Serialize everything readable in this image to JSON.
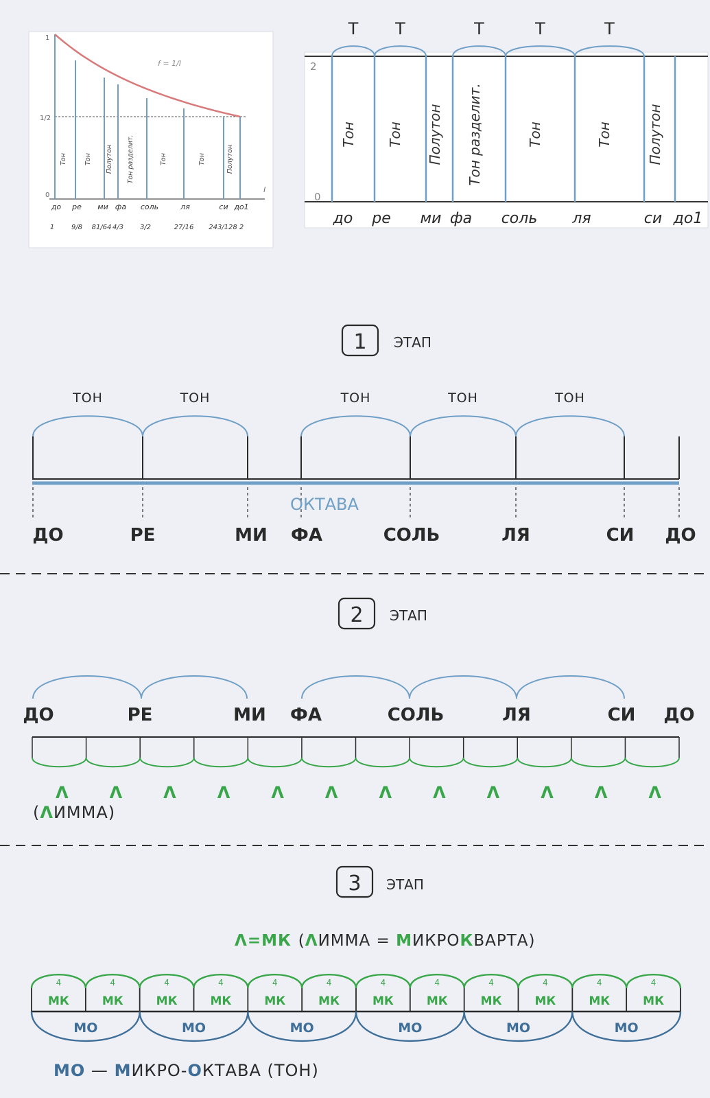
{
  "colors": {
    "ink": "#2a2a2a",
    "blue": "#6f9fc6",
    "dark_blue": "#3f6f99",
    "green": "#3aa64a",
    "red": "#d97a7a",
    "paper": "#ffffff",
    "paper_blue": "#f3f5fb"
  },
  "panel_small": {
    "curve_label": "f = 1/l",
    "y_top_label": "1",
    "y_half_label": "1/2",
    "y_zero_label": "0",
    "x_axis_label": "l",
    "intervals": [
      "Тон",
      "Тон",
      "Полутон",
      "Тон разделит.",
      "Тон",
      "Тон",
      "Полутон"
    ],
    "notes": [
      "до",
      "ре",
      "ми",
      "фа",
      "соль",
      "ля",
      "си",
      "до1"
    ],
    "ratios": [
      "1",
      "9/8",
      "81/64",
      "4/3",
      "3/2",
      "27/16",
      "243/128",
      "2"
    ]
  },
  "panel_large": {
    "arc_labels": [
      "Т",
      "Т",
      "Т",
      "Т",
      "Т"
    ],
    "y_top_label": "2",
    "y_zero_label": "0",
    "intervals": [
      "Тон",
      "Тон",
      "Полутон",
      "Тон разделит.",
      "Тон",
      "Тон",
      "Полутон"
    ],
    "notes": [
      "до",
      "ре",
      "ми",
      "фа",
      "соль",
      "ля",
      "си",
      "до1"
    ]
  },
  "stage1": {
    "number": "1",
    "title": "ЭТАП",
    "arc_labels": [
      "ТОН",
      "ТОН",
      "ТОН",
      "ТОН",
      "ТОН"
    ],
    "octave_label": "ОКТАВА",
    "notes": [
      "ДО",
      "РЕ",
      "МИ",
      "ФА",
      "СОЛЬ",
      "ЛЯ",
      "СИ",
      "ДО"
    ]
  },
  "stage2": {
    "number": "2",
    "title": "ЭТАП",
    "notes": [
      "ДО",
      "РЕ",
      "МИ",
      "ФА",
      "СОЛЬ",
      "ЛЯ",
      "СИ",
      "ДО"
    ],
    "limma_symbol": "Λ",
    "limma_count": 12,
    "limma_caption_open": "(",
    "limma_caption_letter": "Λ",
    "limma_caption_rest": "ИММА)"
  },
  "stage3": {
    "number": "3",
    "title": "ЭТАП",
    "equation": {
      "lhs_sym": "Λ",
      "eq": "=",
      "mk": "МК",
      "paren_open": "(",
      "limma_letter": "Λ",
      "limma_rest": "ИММА",
      "eq2": " = ",
      "m_letter": "М",
      "mid": "ИКРО",
      "k_letter": "К",
      "end": "ВАРТА)"
    },
    "mk_cell_number": "4",
    "mk_cell_label": "МК",
    "mk_count": 12,
    "mo_label": "МО",
    "mo_count": 6,
    "legend": {
      "mo": "МО",
      "dash": " — ",
      "m_letter": "М",
      "mid": "ИКРО-",
      "o_letter": "О",
      "rest": "КТАВА (ТОН)"
    }
  }
}
